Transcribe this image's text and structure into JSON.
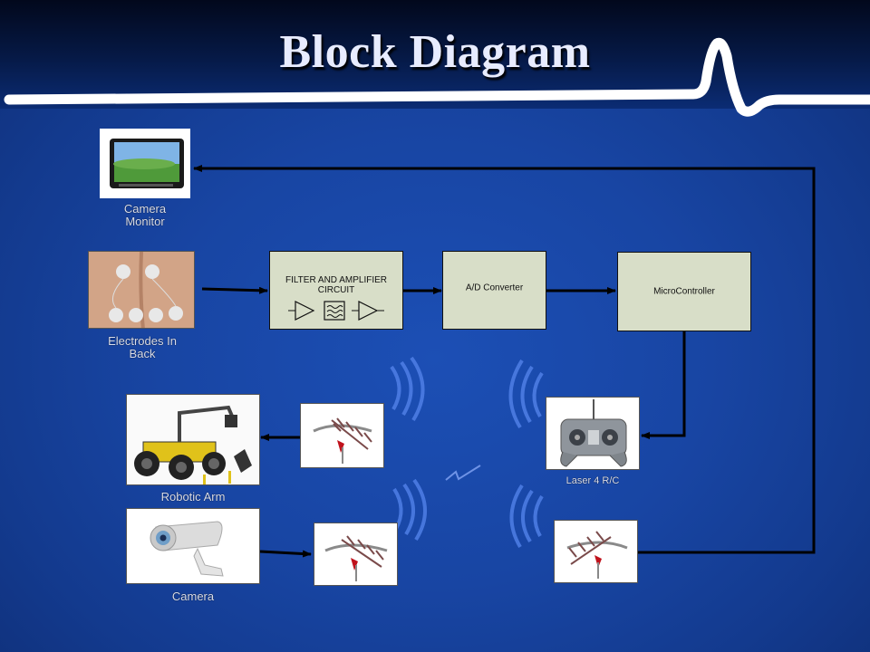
{
  "slide": {
    "title": "Block Diagram"
  },
  "blocks": {
    "filter": {
      "line1": "FILTER AND AMPLIFIER",
      "line2": "CIRCUIT"
    },
    "adc": {
      "label": "A/D Converter"
    },
    "mcu": {
      "label": "MicroController"
    }
  },
  "captions": {
    "monitor_1": "Camera",
    "monitor_2": "Monitor",
    "electrodes_1": "Electrodes In",
    "electrodes_2": "Back",
    "robotic_arm": "Robotic Arm",
    "camera": "Camera",
    "transmitter": "Laser 4 R/C"
  },
  "colors": {
    "background": "#1845a3",
    "block_fill": "#d8dec8",
    "arrow": "#000000",
    "banner": "#ffffff"
  }
}
